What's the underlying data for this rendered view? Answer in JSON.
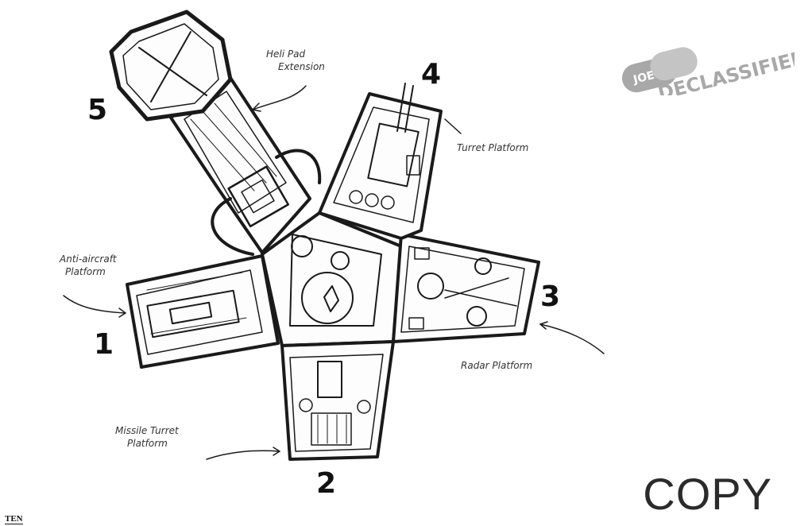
{
  "labels": {
    "heli_pad": [
      "Heli Pad",
      "Extension"
    ],
    "turret": "Turret Platform",
    "anti_aircraft": [
      "Anti-aircraft",
      "Platform"
    ],
    "radar": "Radar Platform",
    "missile": [
      "Missile Turret",
      "Platform"
    ]
  },
  "numbers": {
    "n1": "1",
    "n2": "2",
    "n3": "3",
    "n4": "4",
    "n5": "5"
  },
  "stamps": {
    "copy": "COPY",
    "ten": "TEN",
    "declassified": "DECLASSIFIED",
    "joe": "JOE"
  },
  "colors": {
    "ink": "#1a1a1a",
    "watermark": "#a8a8a8",
    "paper": "#ffffff"
  }
}
